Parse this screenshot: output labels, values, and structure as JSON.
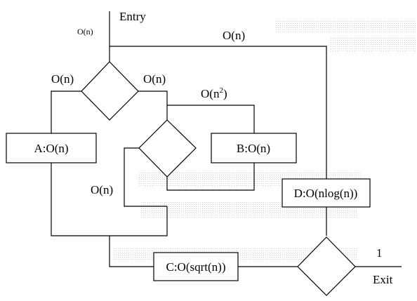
{
  "diagram": {
    "entry_label": "Entry",
    "exit_label": "Exit",
    "exit_cost": "1",
    "entry_edge_cost": "O(n)",
    "top_branch_cost": "O(n)",
    "left_branch_cost": "O(n)",
    "right_branch_cost": "O(n)",
    "inner_top_cost": "O(n",
    "inner_top_exponent": "2",
    "inner_top_close": ")",
    "inner_left_cost": "O(n)",
    "nodes": {
      "a": "A:O(n)",
      "b": "B:O(n)",
      "c": "C:O(sqrt(n))",
      "d": "D:O(nlog(n))"
    }
  }
}
